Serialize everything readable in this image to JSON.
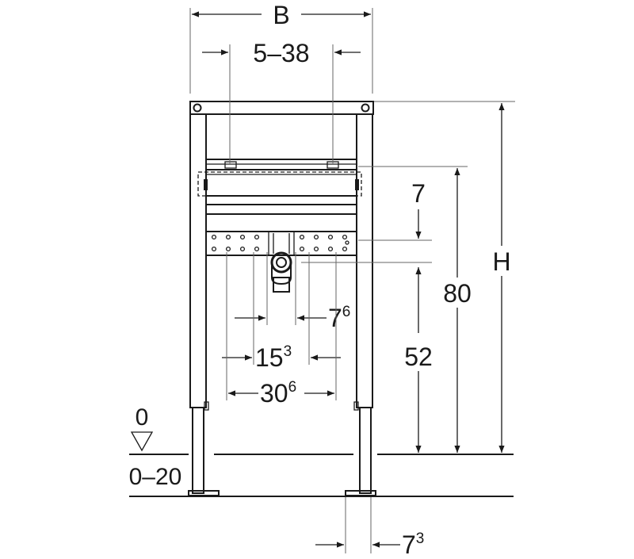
{
  "dimensions": {
    "width": "B",
    "connector_spacing": "5–38",
    "height": "H",
    "frame_height": "80",
    "outlet_height": "52",
    "rail_offset": "7",
    "floor_level": "0",
    "floor_range": "0–20",
    "hole_spacing_small": {
      "base": "7",
      "sup": "6"
    },
    "hole_spacing_mid": {
      "base": "15",
      "sup": "3"
    },
    "hole_spacing_wide": {
      "base": "30",
      "sup": "6"
    },
    "foot_offset": {
      "base": "7",
      "sup": "3"
    }
  },
  "colors": {
    "line": "#1a1a1a",
    "background": "#ffffff"
  }
}
